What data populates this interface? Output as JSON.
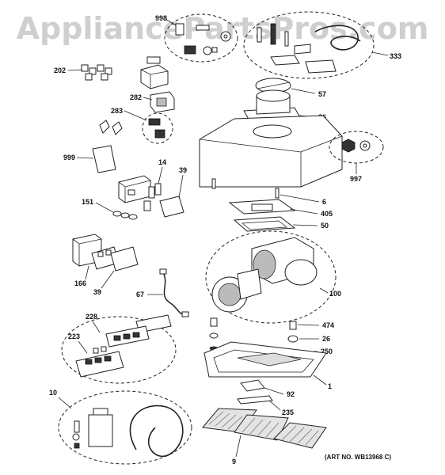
{
  "watermark": "AppliancePartsPros.com",
  "art_no": "(ART NO. WB13968 C)",
  "callouts": {
    "c998": "998",
    "c333": "333",
    "c202": "202",
    "c282": "282",
    "c283": "283",
    "c57": "57",
    "c86": "86",
    "c999": "999",
    "c997": "997",
    "c14": "14",
    "c39a": "39",
    "c151": "151",
    "c6": "6",
    "c405": "405",
    "c50": "50",
    "c166": "166",
    "c39b": "39",
    "c100": "100",
    "c67": "67",
    "c228": "228",
    "c474": "474",
    "c223": "223",
    "c26": "26",
    "c250": "250",
    "c1": "1",
    "c10": "10",
    "c92": "92",
    "c235": "235",
    "c9": "9"
  }
}
